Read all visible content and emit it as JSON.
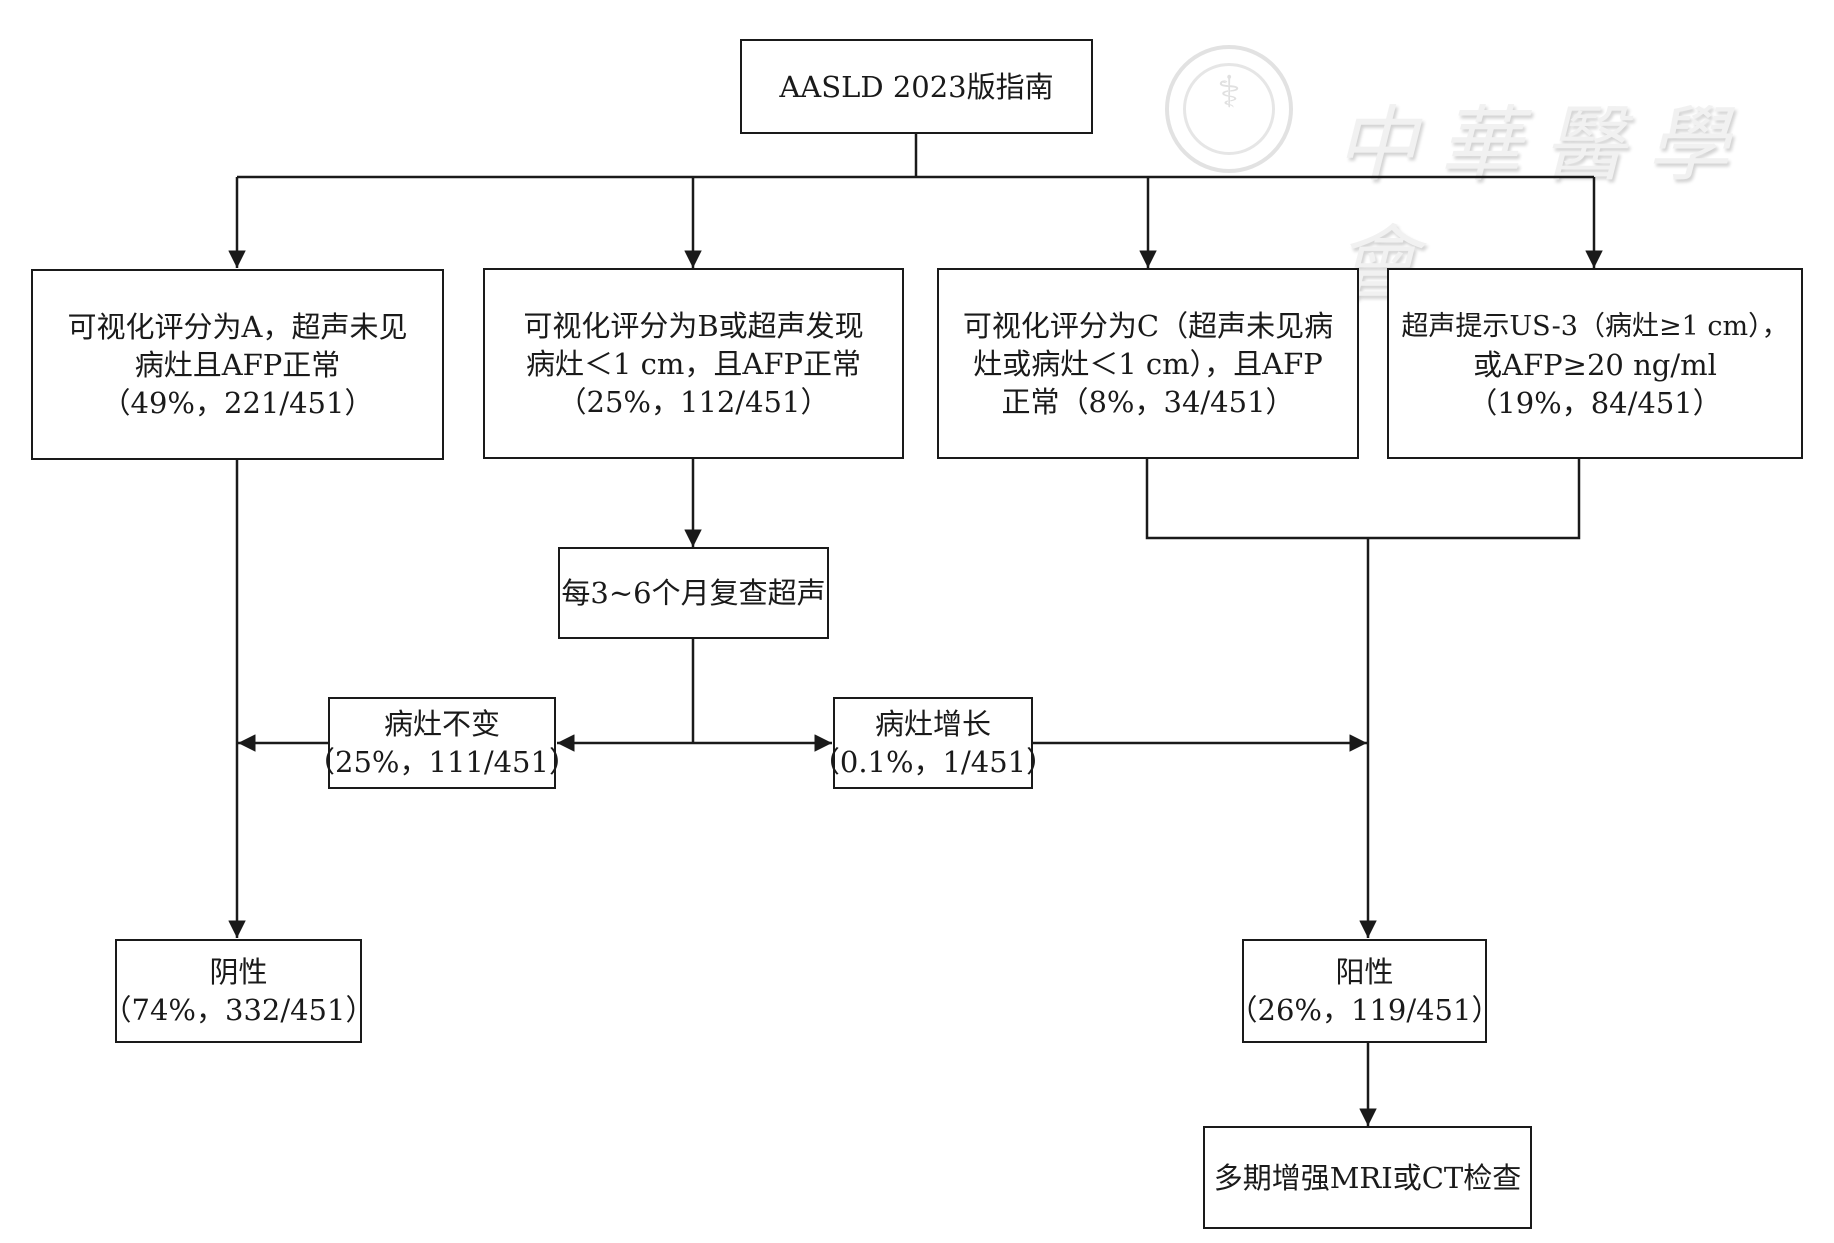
{
  "watermark": {
    "text": "中華醫學會",
    "seal_icon": "chinese-medical-association-seal"
  },
  "flowchart": {
    "root": {
      "lines": [
        "AASLD 2023版指南"
      ]
    },
    "categories": [
      {
        "id": "A",
        "lines": [
          "可视化评分为A，超声未见",
          "病灶且AFP正常",
          "（49%，221/451）"
        ]
      },
      {
        "id": "B",
        "lines": [
          "可视化评分为B或超声发现",
          "病灶＜1 cm，且AFP正常",
          "（25%，112/451）"
        ]
      },
      {
        "id": "C",
        "lines": [
          "可视化评分为C（超声未见病",
          "灶或病灶＜1 cm），且AFP",
          "正常（8%，34/451）"
        ]
      },
      {
        "id": "D",
        "lines": [
          "超声提示US-3（病灶≥1 cm），",
          "或AFP≥20 ng/ml",
          "（19%，84/451）"
        ]
      }
    ],
    "recheck": {
      "lines": [
        "每3~6个月复查超声"
      ]
    },
    "unchanged": {
      "lines": [
        "病灶不变",
        "（25%，111/451）"
      ]
    },
    "growth": {
      "lines": [
        "病灶增长",
        "（0.1%，1/451）"
      ]
    },
    "negative": {
      "lines": [
        "阴性",
        "（74%，332/451）"
      ]
    },
    "positive": {
      "lines": [
        "阳性",
        "（26%，119/451）"
      ]
    },
    "followup": {
      "lines": [
        "多期增强MRI或CT检查"
      ]
    }
  },
  "colors": {
    "line": "#1a1a1a",
    "background": "#ffffff",
    "watermark": "#e4e4e4"
  }
}
